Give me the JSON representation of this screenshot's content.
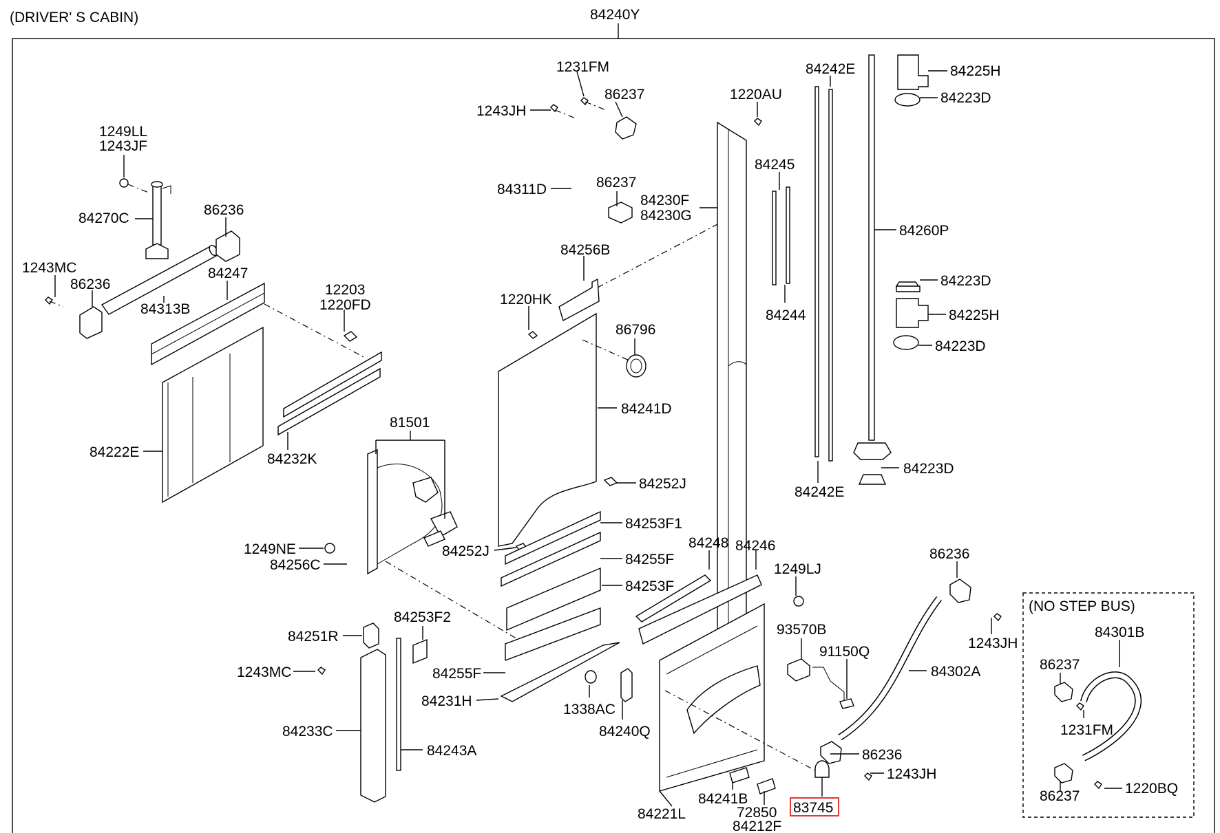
{
  "diagram": {
    "header_note": "(DRIVER' S CABIN)",
    "assembly_no": "84240Y",
    "no_step_bus_note": "(NO STEP BUS)",
    "highlight_color": "#e02020",
    "labels": {
      "p1231FM_top": "1231FM",
      "p1243JH_top": "1243JH",
      "p86237_top": "86237",
      "p1220AU": "1220AU",
      "p84242E_top": "84242E",
      "p84225H_top": "84225H",
      "p84223D_1": "84223D",
      "p1249LL": "1249LL",
      "p1243JF": "1243JF",
      "p84311D": "84311D",
      "p86237_mid": "86237",
      "p84245": "84245",
      "p84230F": "84230F",
      "p84230G": "84230G",
      "p84270C": "84270C",
      "p86236_top": "86236",
      "p84260P": "84260P",
      "p84256B": "84256B",
      "p1243MC_top": "1243MC",
      "p84247": "84247",
      "p86236_left": "86236",
      "p12203": "12203",
      "p1220FD": "1220FD",
      "p84223D_2": "84223D",
      "p1220HK": "1220HK",
      "p84313B": "84313B",
      "p84225H_2": "84225H",
      "p84244": "84244",
      "p84223D_3": "84223D",
      "p86796": "86796",
      "p84241D": "84241D",
      "p81501": "81501",
      "p84222E": "84222E",
      "p84232K": "84232K",
      "p84223D_4": "84223D",
      "p84252J_right": "84252J",
      "p84242E_bot": "84242E",
      "p84253F1": "84253F1",
      "p84248": "84248",
      "p84246": "84246",
      "p1249NE": "1249NE",
      "p84252J_left": "84252J",
      "p84255F_top": "84255F",
      "p84256C": "84256C",
      "p1249LJ": "1249LJ",
      "p86236_right": "86236",
      "p84253F": "84253F",
      "p84253F2": "84253F2",
      "p84251R": "84251R",
      "p93570B": "93570B",
      "p1243JH_right": "1243JH",
      "p91150Q": "91150Q",
      "p1243MC_bot": "1243MC",
      "p84255F_bot": "84255F",
      "p84302A": "84302A",
      "p84231H": "84231H",
      "p1338AC": "1338AC",
      "p84233C": "84233C",
      "p84240Q": "84240Q",
      "p84243A": "84243A",
      "p86236_low": "86236",
      "p1243JH_low": "1243JH",
      "p84241B": "84241B",
      "p72850": "72850",
      "p84212F": "84212F",
      "p84221L": "84221L",
      "p83745": "83745",
      "p84301B": "84301B",
      "p86237_nsb_top": "86237",
      "p1231FM_nsb": "1231FM",
      "p86237_nsb_bot": "86237",
      "p1220BQ": "1220BQ"
    }
  }
}
